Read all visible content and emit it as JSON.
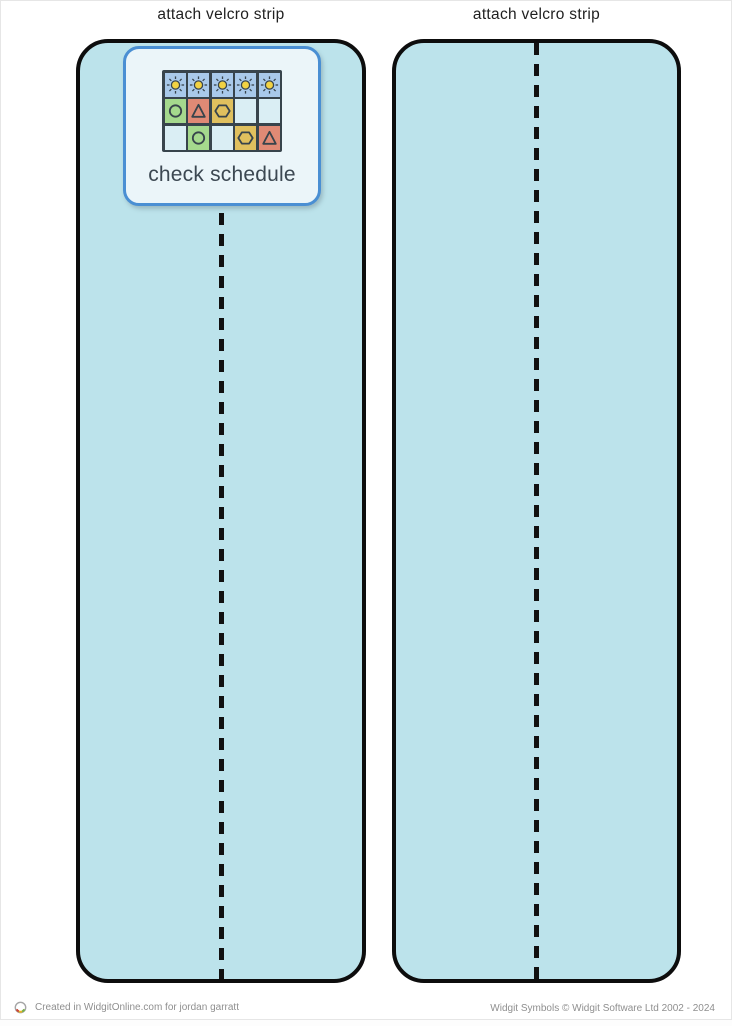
{
  "left_strip": {
    "label": "attach velcro strip",
    "card": {
      "label": "check schedule"
    }
  },
  "right_strip": {
    "label": "attach velcro strip"
  },
  "footer": {
    "left": "Created in WidgitOnline.com for jordan garratt",
    "right": "Widgit Symbols © Widgit Software Ltd 2002 - 2024"
  },
  "colors": {
    "panel_bg": "#bce3eb",
    "panel_border": "#0d0d0d",
    "card_bg": "#ebf5f9",
    "card_border": "#4a8fd3",
    "card_text": "#3c4852",
    "label_text": "#1f1f1f",
    "footer_text": "#8f8f8f",
    "dash": "#111111"
  },
  "schedule_icon": {
    "palette": {
      "stroke": "#38444c",
      "sun_cell": "#a9c9ea",
      "sun_fill": "#f2d243",
      "green": "#a5d98d",
      "red": "#e08a75",
      "gold": "#e0c05e",
      "empty": "#daeef4"
    },
    "rows": [
      [
        "sun",
        "sun",
        "sun",
        "sun",
        "sun"
      ],
      [
        "circle_green",
        "triangle_red",
        "hexagon_gold",
        "empty",
        "empty"
      ],
      [
        "empty",
        "circle_green",
        "empty",
        "hexagon_gold",
        "triangle_red"
      ]
    ]
  }
}
